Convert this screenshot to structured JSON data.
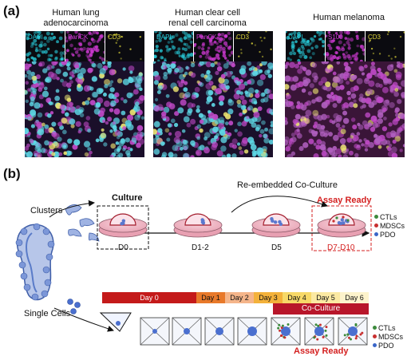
{
  "panel_a": {
    "label": "(a)",
    "columns": [
      {
        "title_line1": "Human lung",
        "title_line2": "adenocarcinoma",
        "channels": [
          {
            "name": "DAPI",
            "color": "#27c8d6"
          },
          {
            "name": "PanCK",
            "color": "#d23ad6"
          },
          {
            "name": "CD3",
            "color": "#e0d83a"
          }
        ]
      },
      {
        "title_line1": "Human clear cell",
        "title_line2": "renal cell carcinoma",
        "channels": [
          {
            "name": "DAPI",
            "color": "#27c8d6"
          },
          {
            "name": "PanCK",
            "color": "#d23ad6"
          },
          {
            "name": "CD3",
            "color": "#e0d83a"
          }
        ]
      },
      {
        "title_line1": "Human melanoma",
        "title_line2": "",
        "channels": [
          {
            "name": "DAPI",
            "color": "#27c8d6"
          },
          {
            "name": "S100",
            "color": "#d23ad6"
          },
          {
            "name": "CD3",
            "color": "#e0d83a"
          }
        ]
      }
    ]
  },
  "panel_b": {
    "label": "(b)",
    "clusters": "Clusters",
    "single_cells": "Single Cells",
    "culture": "Culture",
    "reembedded": "Re-embedded Co-Culture",
    "assay_ready_top": "Assay Ready",
    "timepoints": [
      "D0",
      "D1-2",
      "D5",
      "D7-D10"
    ],
    "legend": [
      {
        "label": "CTLs",
        "color": "#3c8a3c"
      },
      {
        "label": "MDSCs",
        "color": "#c83030"
      },
      {
        "label": "PDO",
        "color": "#3a66c8"
      }
    ],
    "days": [
      {
        "label": "Day 0",
        "color": "#c41a1a",
        "text": "#ffffff"
      },
      {
        "label": "Day 1",
        "color": "#e8792a",
        "text": "#111111"
      },
      {
        "label": "Day 2",
        "color": "#f5b58a",
        "text": "#111111"
      },
      {
        "label": "Day 3",
        "color": "#f3b13a",
        "text": "#111111"
      },
      {
        "label": "Day 4",
        "color": "#f7d968",
        "text": "#111111"
      },
      {
        "label": "Day 5",
        "color": "#fbe9a2",
        "text": "#111111"
      },
      {
        "label": "Day 6",
        "color": "#fdf3cc",
        "text": "#111111"
      }
    ],
    "coculture": "Co-Culture",
    "assay_ready_bottom": "Assay Ready"
  }
}
